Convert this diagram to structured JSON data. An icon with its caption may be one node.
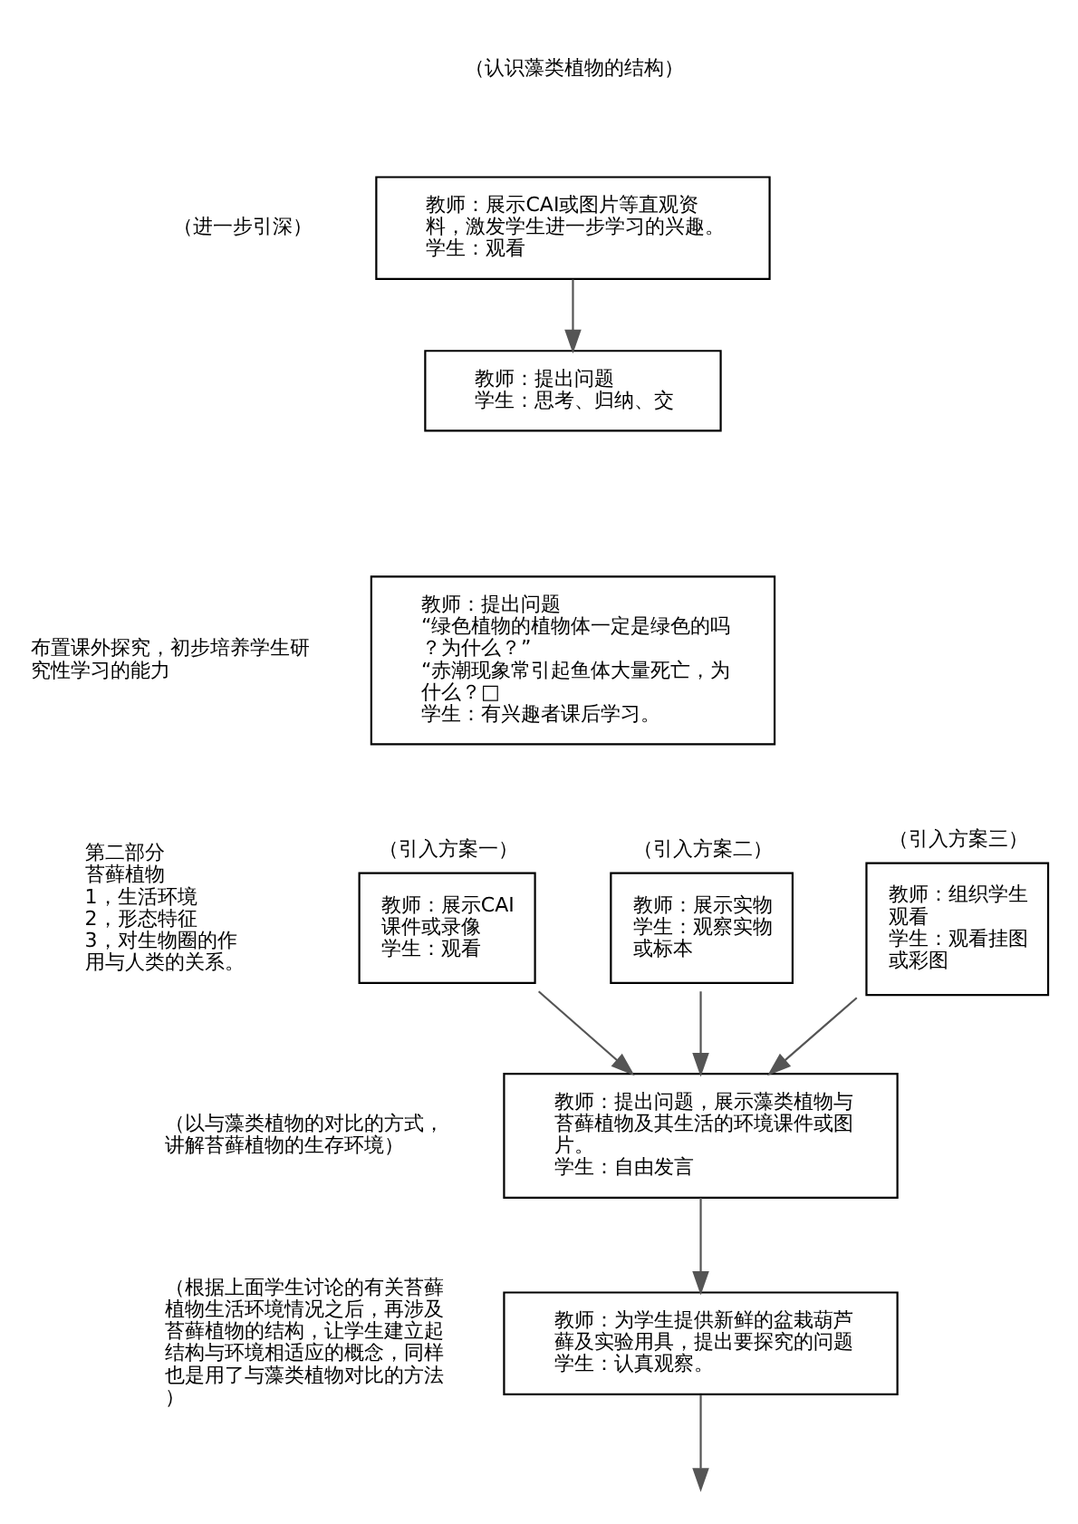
{
  "diagram": {
    "nodes": [
      {
        "text": [
          "教师：展示CAI或图片等直观资料，激发学生进一步学习的兴趣。",
          "学生：观看"
        ],
        "beside": [
          "（进一步引深）"
        ]
      },
      {
        "text": [
          "教师：提出问题",
          "学生：思考、归纳、交"
        ]
      },
      {
        "text": [
          "教师：提出问题",
          "“绿色植物的植物体一定是绿色的吗？为什么？”",
          "“赤潮现象常引起鱼体大量死亡，为什么？□",
          "学生：有兴趣者课后学习。"
        ],
        "beside": [
          "布置课外探究，初步培养学生研究性学习的能力"
        ]
      },
      {
        "text": [
          "（引入方案一）",
          "教师：展示CAI课件或录像",
          "学生：观看"
        ]
      },
      {
        "text": [
          "（引入方案二）",
          "教师：展示实物",
          "学生：观察实物或标本"
        ]
      },
      {
        "text": [
          "（引入方案三）",
          "教师：组织学生观看",
          "学生：观看挂图或彩图"
        ]
      },
      {
        "text": [
          "教师：提出问题，展示藻类植物与苔藓植物及其生活的环境课件或图片。",
          "学生：自由发言"
        ],
        "beside": [
          "（以与藻类植物的对比的方式，讲解苔藓植物的生存环境）"
        ]
      },
      {
        "text": [
          "教师：为学生提供新鲜的盆栽葫芦藓及实验用具，提出要探究的问题",
          "学生：认真观察。"
        ],
        "beside": [
          "（根据上面学生讨论的有关苔藓植物生活环境情况之后，再涉及苔藓植物的结构，让学生建立起结构与环境相适应的概念，同样也是用了与藻类植物对比的方法）"
        ]
      }
    ],
    "edges": [
      {
        "from": 0,
        "to": 1,
        "arrow": "to"
      },
      {
        "from": 3,
        "to": 6,
        "arrow": "to"
      },
      {
        "from": 4,
        "to": 6,
        "arrow": "to"
      },
      {
        "from": 5,
        "to": 6,
        "arrow": "to"
      },
      {
        "from": 6,
        "to": 7,
        "arrow": "to"
      },
      {
        "from": 7,
        "to": null,
        "arrow": "to"
      }
    ],
    "labels": [
      "（认识藻类植物的结构）",
      "第二部分",
      "苔藓植物",
      "1，生活环境",
      "2，形态特征",
      "3，对生物圈的作用与人类的关系。"
    ]
  }
}
